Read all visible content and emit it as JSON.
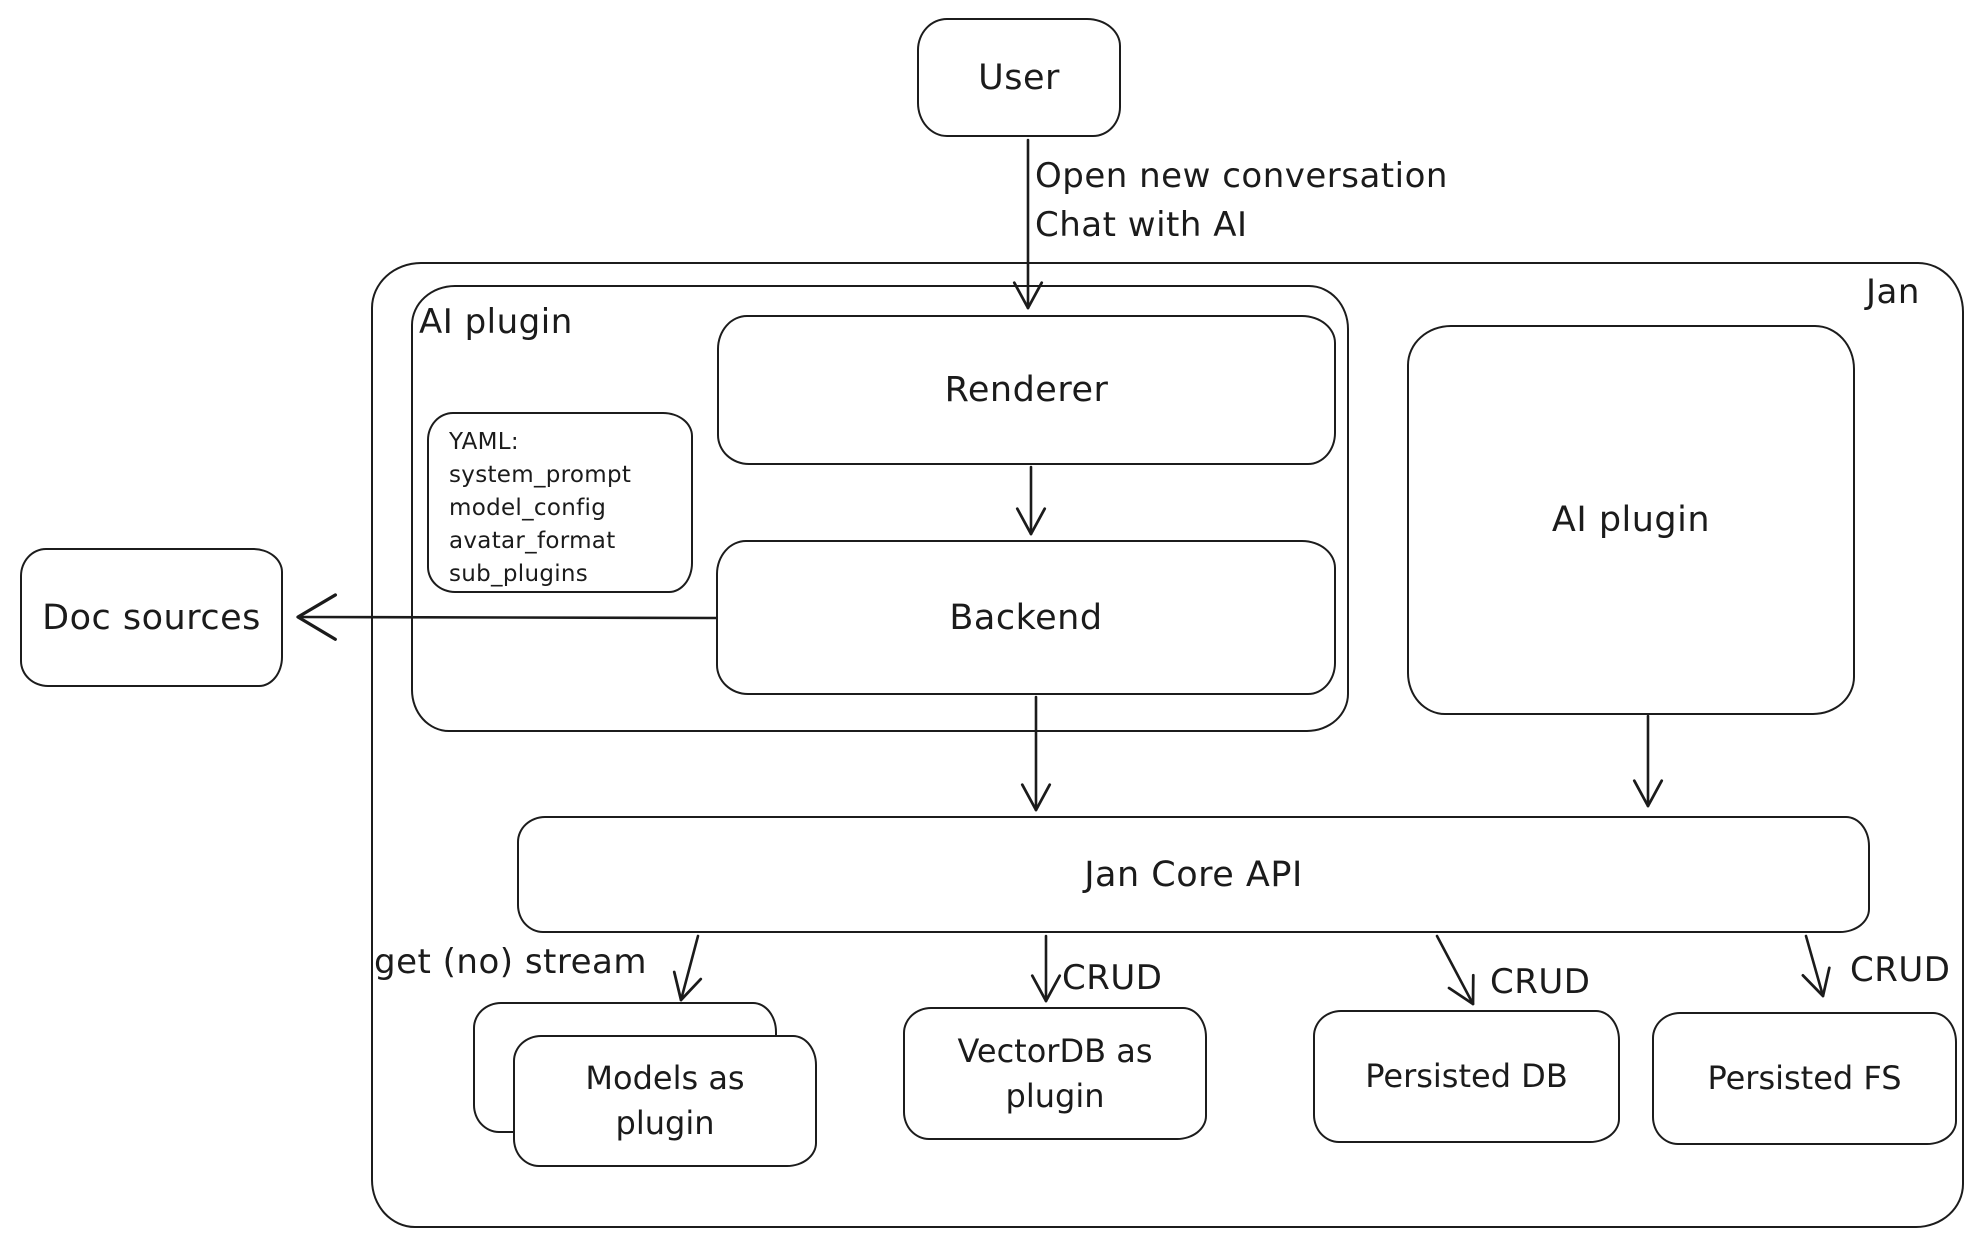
{
  "nodes": {
    "user": "User",
    "jan_container": "Jan",
    "ai_plugin_container": "AI plugin",
    "renderer": "Renderer",
    "backend": "Backend",
    "ai_plugin_right": "AI plugin",
    "yaml_note": {
      "lines": [
        "YAML:",
        "system_prompt",
        "model_config",
        "avatar_format",
        "sub_plugins"
      ]
    },
    "doc_sources": "Doc sources",
    "jan_core_api": "Jan Core API",
    "models_plugin": "Models as plugin",
    "vectordb_plugin": "VectorDB as plugin",
    "persisted_db": "Persisted DB",
    "persisted_fs": "Persisted FS"
  },
  "edge_labels": {
    "user_to_renderer_line1": "Open new conversation",
    "user_to_renderer_line2": "Chat with AI",
    "get_no_stream": "get (no) stream",
    "crud_vectordb": "CRUD",
    "crud_persisted_db": "CRUD",
    "crud_persisted_fs": "CRUD"
  },
  "colors": {
    "stroke": "#1b1b1b",
    "background": "#ffffff"
  }
}
